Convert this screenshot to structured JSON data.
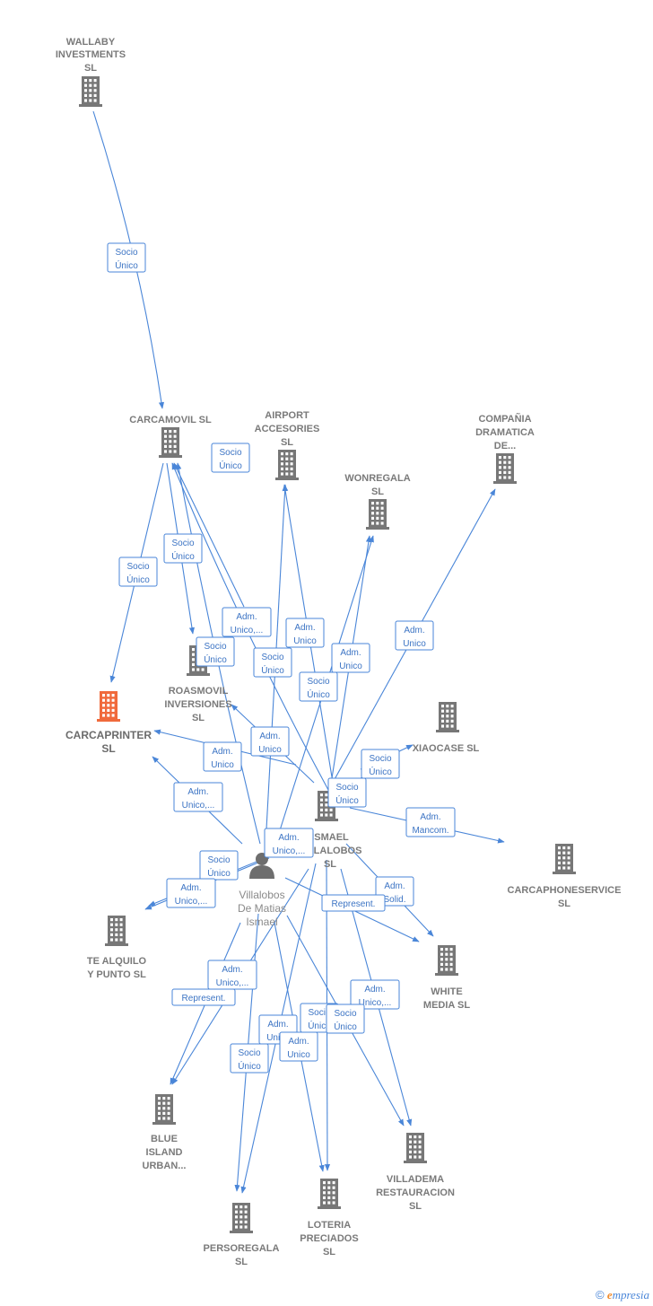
{
  "colors": {
    "edge": "#4a86d8",
    "building": "#777777",
    "focus_building": "#f06a3c",
    "person": "#6e6e6e",
    "label": "#7a7a7a"
  },
  "nodes": [
    {
      "id": "wallaby",
      "type": "company",
      "lines": [
        "WALLABY",
        "INVESTMENTS",
        "SL"
      ]
    },
    {
      "id": "carcamovil",
      "type": "company",
      "lines": [
        "CARCAMOVIL SL"
      ]
    },
    {
      "id": "airport",
      "type": "company",
      "lines": [
        "AIRPORT",
        "ACCESORIES",
        "SL"
      ]
    },
    {
      "id": "compania",
      "type": "company",
      "lines": [
        "COMPAÑIA",
        "DRAMATICA",
        "DE..."
      ]
    },
    {
      "id": "wonregala",
      "type": "company",
      "lines": [
        "WONREGALA",
        "SL"
      ]
    },
    {
      "id": "roasmovil",
      "type": "company",
      "lines": [
        "ROASMOVIL",
        "INVERSIONES",
        "SL"
      ]
    },
    {
      "id": "carcaprinter",
      "type": "focus",
      "lines": [
        "CARCAPRINTER",
        "SL"
      ]
    },
    {
      "id": "xiaocase",
      "type": "company",
      "lines": [
        "XIAOCASE  SL"
      ]
    },
    {
      "id": "ismael",
      "type": "company",
      "lines": [
        "ISMAEL",
        "VILLALOBOS",
        "SL"
      ]
    },
    {
      "id": "carcaphone",
      "type": "company",
      "lines": [
        "CARCAPHONESERVICE",
        "SL"
      ]
    },
    {
      "id": "person",
      "type": "person",
      "lines": [
        "Villalobos",
        "De Matias",
        "Ismael"
      ]
    },
    {
      "id": "tealquilo",
      "type": "company",
      "lines": [
        "TE ALQUILO",
        "Y PUNTO  SL"
      ]
    },
    {
      "id": "white",
      "type": "company",
      "lines": [
        "WHITE",
        "MEDIA  SL"
      ]
    },
    {
      "id": "blue",
      "type": "company",
      "lines": [
        "BLUE",
        "ISLAND",
        "URBAN..."
      ]
    },
    {
      "id": "villadema",
      "type": "company",
      "lines": [
        "VILLADEMA",
        "RESTAURACION",
        "SL"
      ]
    },
    {
      "id": "loteria",
      "type": "company",
      "lines": [
        "LOTERIA",
        "PRECIADOS",
        "SL"
      ]
    },
    {
      "id": "persoregala",
      "type": "company",
      "lines": [
        "PERSOREGALA",
        "SL"
      ]
    }
  ],
  "edge_labels": [
    {
      "id": "e1",
      "lines": [
        "Socio",
        "Único"
      ]
    },
    {
      "id": "e2",
      "lines": [
        "Socio",
        "Único"
      ]
    },
    {
      "id": "e3",
      "lines": [
        "Socio",
        "Único"
      ]
    },
    {
      "id": "e4",
      "lines": [
        "Socio",
        "Único"
      ]
    },
    {
      "id": "e5",
      "lines": [
        "Adm.",
        "Unico,..."
      ]
    },
    {
      "id": "e6",
      "lines": [
        "Socio",
        "Único"
      ]
    },
    {
      "id": "e7",
      "lines": [
        "Socio",
        "Único"
      ]
    },
    {
      "id": "e8",
      "lines": [
        "Adm.",
        "Unico"
      ]
    },
    {
      "id": "e9",
      "lines": [
        "Socio",
        "Único"
      ]
    },
    {
      "id": "e10",
      "lines": [
        "Adm.",
        "Unico"
      ]
    },
    {
      "id": "e11",
      "lines": [
        "Adm.",
        "Unico"
      ]
    },
    {
      "id": "e12",
      "lines": [
        "Adm.",
        "Unico"
      ]
    },
    {
      "id": "e13",
      "lines": [
        "Adm.",
        "Unico"
      ]
    },
    {
      "id": "e14",
      "lines": [
        "Adm.",
        "Unico,..."
      ]
    },
    {
      "id": "e15",
      "lines": [
        "Socio",
        "Único"
      ]
    },
    {
      "id": "e16",
      "lines": [
        "Socio",
        "Único"
      ]
    },
    {
      "id": "e17",
      "lines": [
        "Adm.",
        "Mancom."
      ]
    },
    {
      "id": "e18",
      "lines": [
        "Adm.",
        "Unico,..."
      ]
    },
    {
      "id": "e19",
      "lines": [
        "Socio",
        "Único"
      ]
    },
    {
      "id": "e20",
      "lines": [
        "Adm.",
        "Unico,..."
      ]
    },
    {
      "id": "e21",
      "lines": [
        "Adm.",
        "Solid."
      ]
    },
    {
      "id": "e22",
      "lines": [
        "Represent."
      ]
    },
    {
      "id": "e23",
      "lines": [
        "Adm.",
        "Unico,..."
      ]
    },
    {
      "id": "e24",
      "lines": [
        "Represent."
      ]
    },
    {
      "id": "e25",
      "lines": [
        "Adm.",
        "Unico,..."
      ]
    },
    {
      "id": "e26",
      "lines": [
        "Adm.",
        "Unico"
      ]
    },
    {
      "id": "e27",
      "lines": [
        "Socio",
        "Único"
      ]
    },
    {
      "id": "e28",
      "lines": [
        "Adm.",
        "Unico"
      ]
    },
    {
      "id": "e29",
      "lines": [
        "Socio",
        "Único"
      ]
    },
    {
      "id": "e30",
      "lines": [
        "Socio",
        "Único"
      ]
    }
  ],
  "footer": {
    "copyright": "©",
    "brand_first": "e",
    "brand_rest": "mpresia"
  }
}
